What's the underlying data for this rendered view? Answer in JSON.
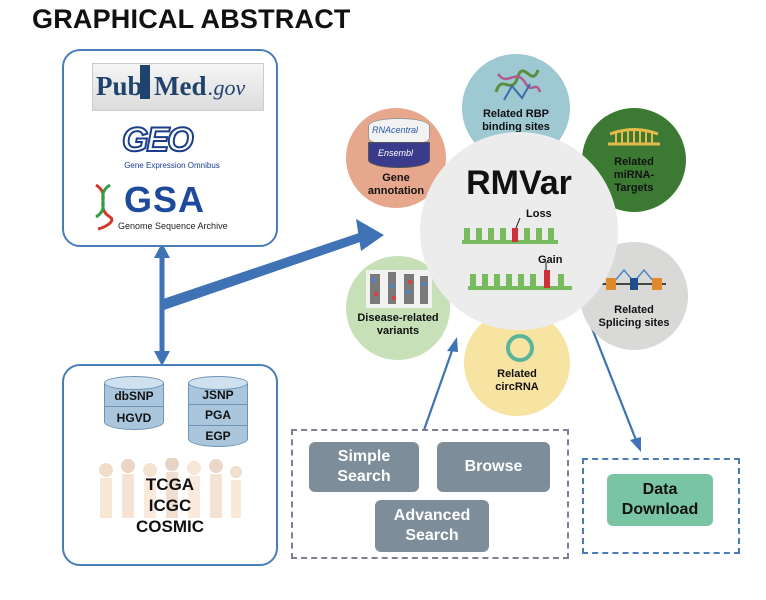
{
  "title": "GRAPHICAL ABSTRACT",
  "sources": {
    "pubmed": {
      "pub": "Pub",
      "med": "Med",
      "gov": ".gov"
    },
    "geo": {
      "name": "GEO",
      "subtitle": "Gene Expression Omnibus"
    },
    "gsa": {
      "name": "GSA",
      "subtitle": "Genome Sequence Archive"
    }
  },
  "databases": {
    "left": [
      "dbSNP",
      "HGVD"
    ],
    "right": [
      "JSNP",
      "PGA",
      "EGP"
    ],
    "cancer": [
      "TCGA",
      "ICGC",
      "COSMIC"
    ]
  },
  "center": {
    "title": "RMVar",
    "loss": "Loss",
    "gain": "Gain"
  },
  "satellites": {
    "gene_annotation": "Gene annotation",
    "rna_central": "RNAcentral",
    "ensembl": "Ensembl",
    "rbp": "Related RBP binding sites",
    "mirna": "Related miRNA-Targets",
    "splicing": "Related Splicing sites",
    "circrna": "Related circRNA",
    "disease": "Disease-related variants"
  },
  "actions": {
    "simple_search": "Simple Search",
    "browse": "Browse",
    "advanced_search": "Advanced Search",
    "data_download": "Data Download"
  },
  "colors": {
    "arrow": "#3f73b5",
    "gene_annotation": "#e6a78d",
    "rbp": "#9ec9d2",
    "mirna": "#3c7a33",
    "splicing": "#d9d9d7",
    "circrna": "#f7e3a2",
    "disease": "#c7e0b8",
    "center": "#ececec",
    "download": "#79c4a2"
  }
}
